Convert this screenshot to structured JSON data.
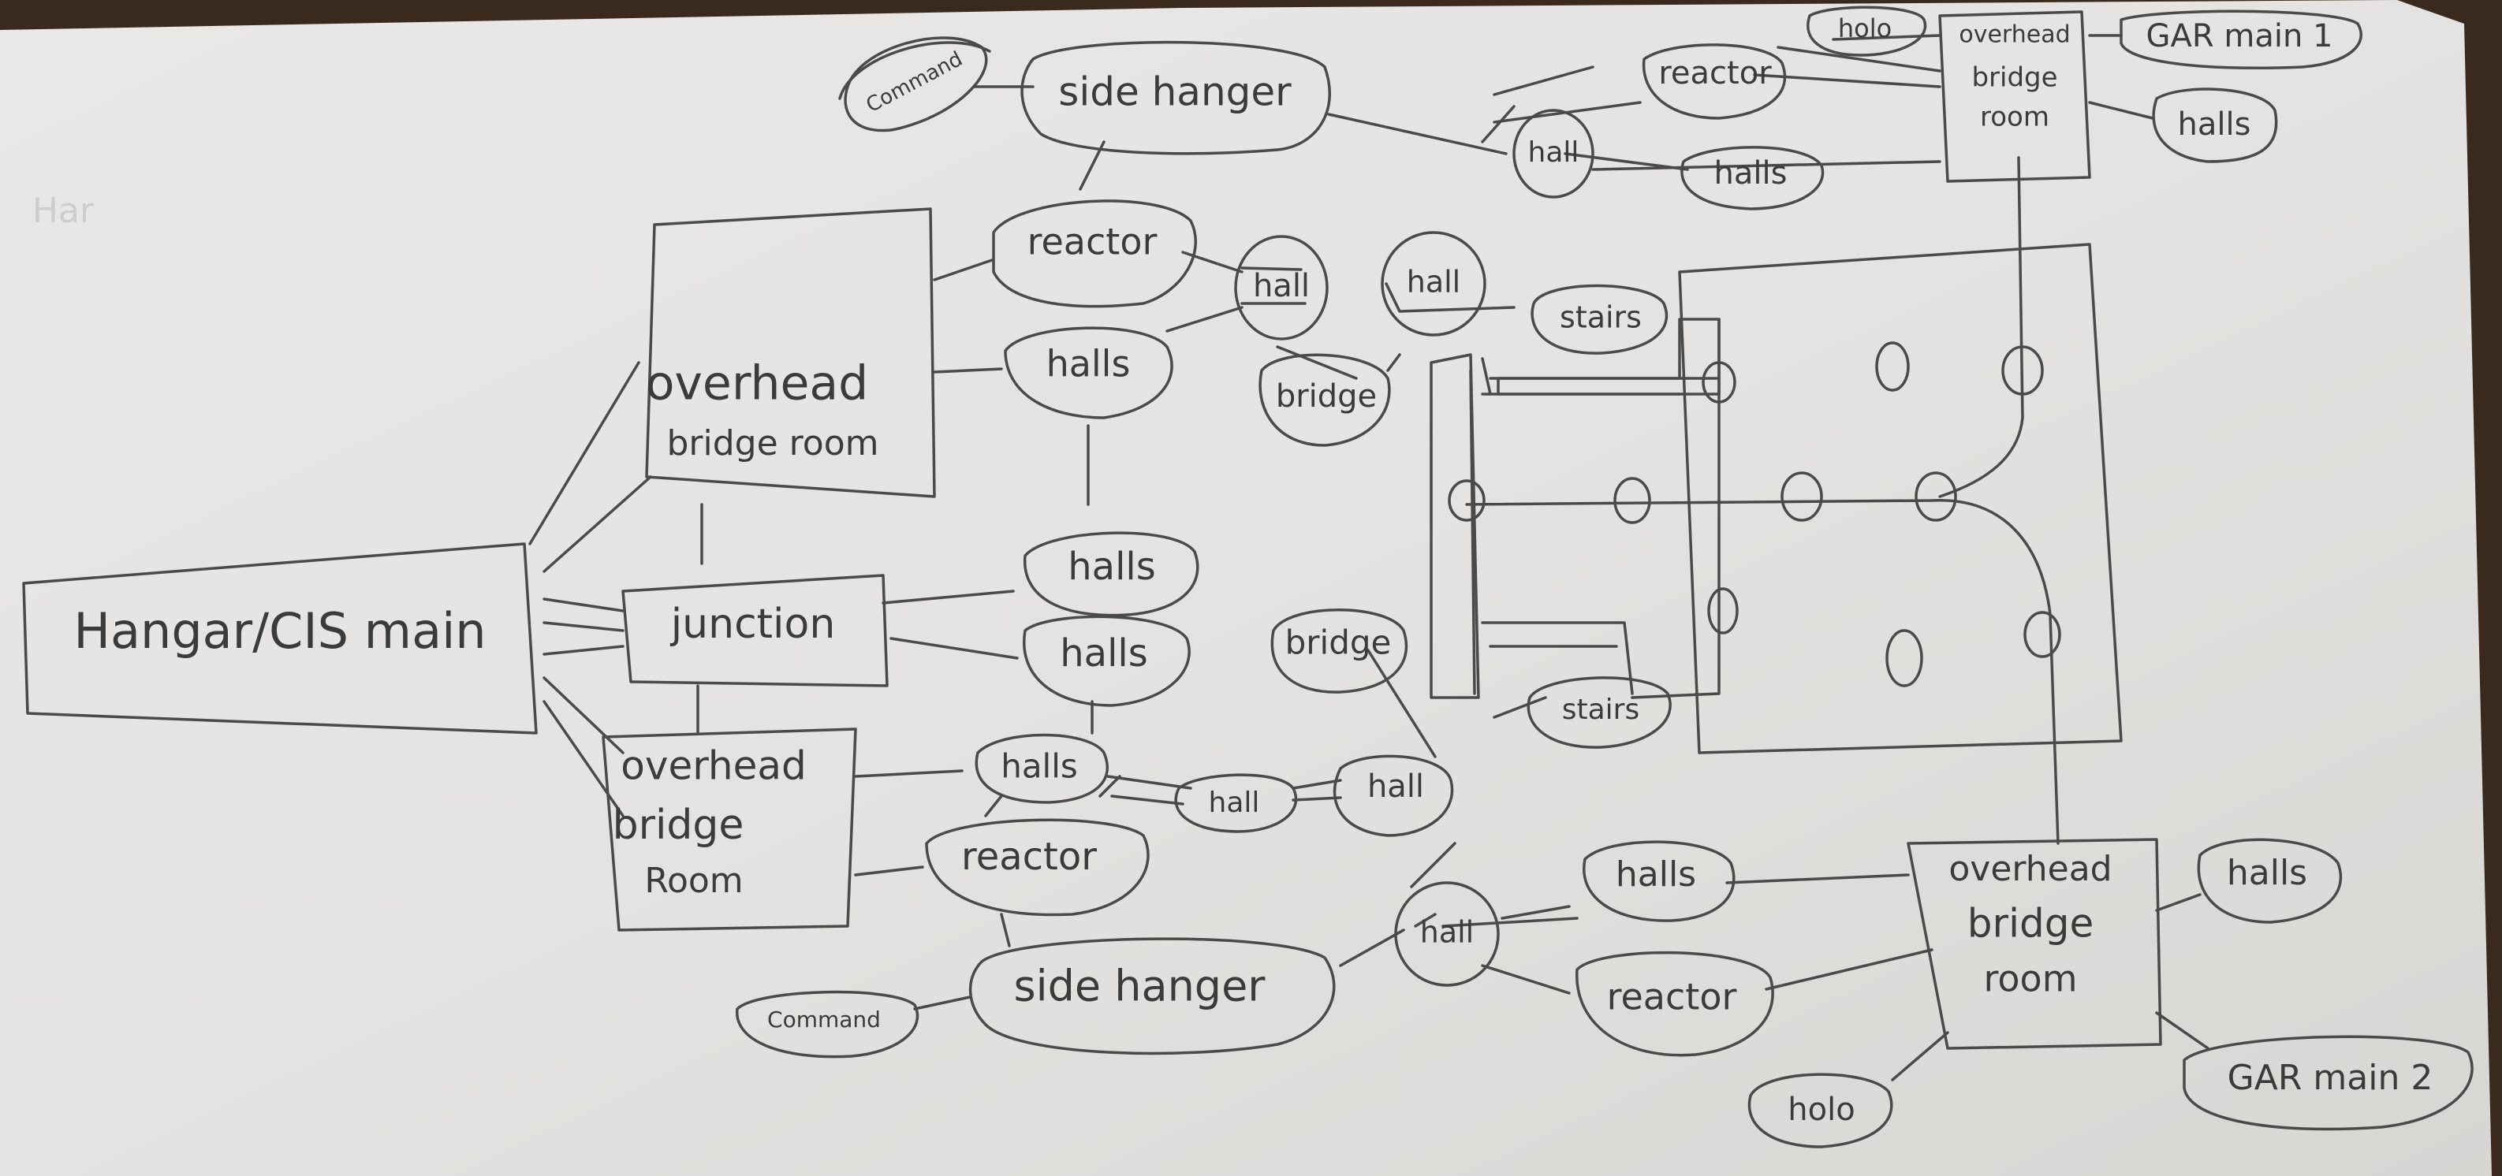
{
  "diagram": {
    "faint_note": "Har",
    "rooms": {
      "hangar_main": "Hangar/CIS main",
      "overhead_top": [
        "overhead",
        "bridge room"
      ],
      "junction": "junction",
      "overhead_bottom": [
        "overhead",
        "bridge",
        "Room"
      ],
      "overhead_top_right": [
        "overhead",
        "bridge",
        "room"
      ],
      "overhead_bottom_right": [
        "overhead",
        "bridge",
        "room"
      ]
    },
    "nodes": {
      "command_top": "Command",
      "side_hanger_top": "side hanger",
      "reactor_top_left": "reactor",
      "halls_top_left": "halls",
      "hall_a": "hall",
      "hall_b": "hall",
      "hall_top": "hall",
      "reactor_top_right": "reactor",
      "holo_top": "holo",
      "halls_top_mid": "halls",
      "gar_main_1": "GAR main 1",
      "halls_top_right": "halls",
      "stairs_top": "stairs",
      "bridge_top": "bridge",
      "halls_mid_1": "halls",
      "halls_mid_2": "halls",
      "halls_mid_3": "halls",
      "reactor_bottom_left": "reactor",
      "hall_c": "hall",
      "hall_d": "hall",
      "hall_bottom": "hall",
      "side_hanger_bottom": "side hanger",
      "command_bottom": "Command",
      "halls_bottom_mid": "halls",
      "reactor_bottom_mid": "reactor",
      "holo_bottom": "holo",
      "halls_bottom_right": "halls",
      "gar_main_2": "GAR main 2",
      "bridge_bottom": "bridge",
      "stairs_bottom": "stairs"
    }
  }
}
